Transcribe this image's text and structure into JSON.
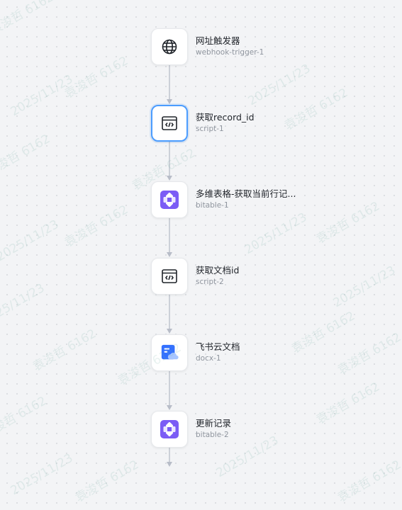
{
  "watermark": {
    "name_id": "袁浚哲 6162",
    "date": "2025/11/23"
  },
  "colors": {
    "connector": "#b8bdc8",
    "selected_border": "#4c9dff",
    "bitable_purple": "#7b5cf5",
    "docx_blue": "#3370ff"
  },
  "nodes": [
    {
      "title": "网址触发器",
      "id": "webhook-trigger-1",
      "icon": "globe-icon",
      "selected": false
    },
    {
      "title": "获取record_id",
      "id": "script-1",
      "icon": "code-icon",
      "selected": true
    },
    {
      "title": "多维表格-获取当前行记...",
      "id": "bitable-1",
      "icon": "bitable-icon",
      "selected": false
    },
    {
      "title": "获取文档id",
      "id": "script-2",
      "icon": "code-icon",
      "selected": false
    },
    {
      "title": "飞书云文档",
      "id": "docx-1",
      "icon": "docx-cloud-icon",
      "selected": false
    },
    {
      "title": "更新记录",
      "id": "bitable-2",
      "icon": "bitable-icon",
      "selected": false
    }
  ]
}
